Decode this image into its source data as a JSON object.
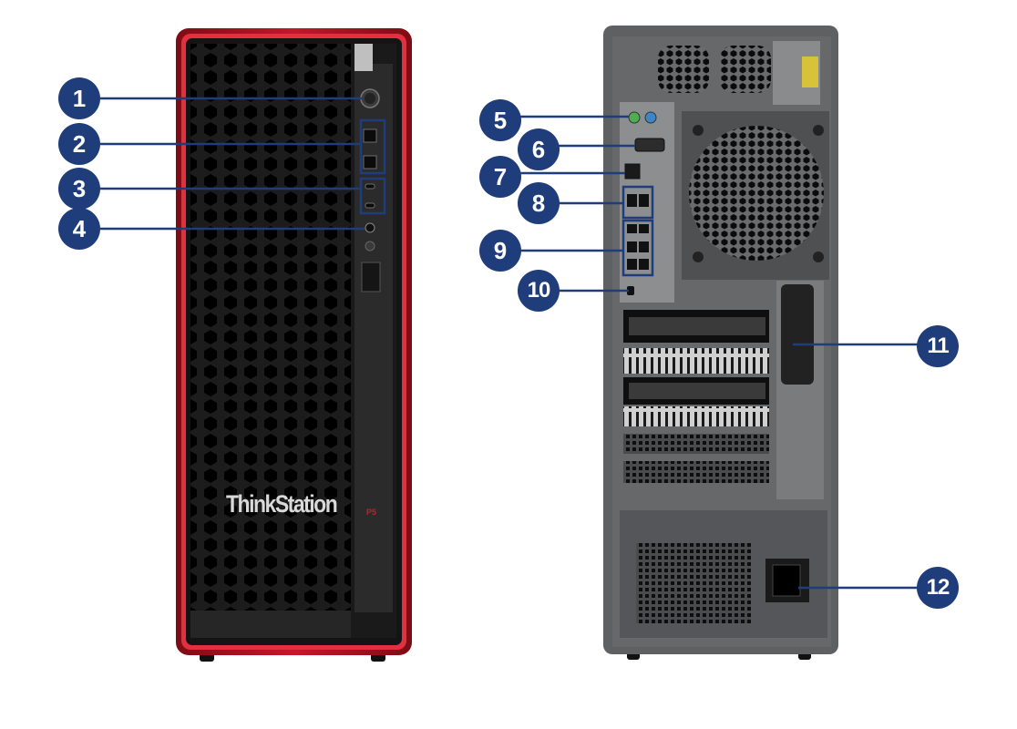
{
  "front": {
    "brand_text": "ThinkStation",
    "model_mark": "P5"
  },
  "callouts": [
    "1",
    "2",
    "3",
    "4",
    "5",
    "6",
    "7",
    "8",
    "9",
    "10",
    "11",
    "12"
  ],
  "colors": {
    "callout": "#1f3d7a",
    "bezel": "#b3121f",
    "chassis_back": "#5e5f61",
    "mesh": "#0d0d0d"
  }
}
